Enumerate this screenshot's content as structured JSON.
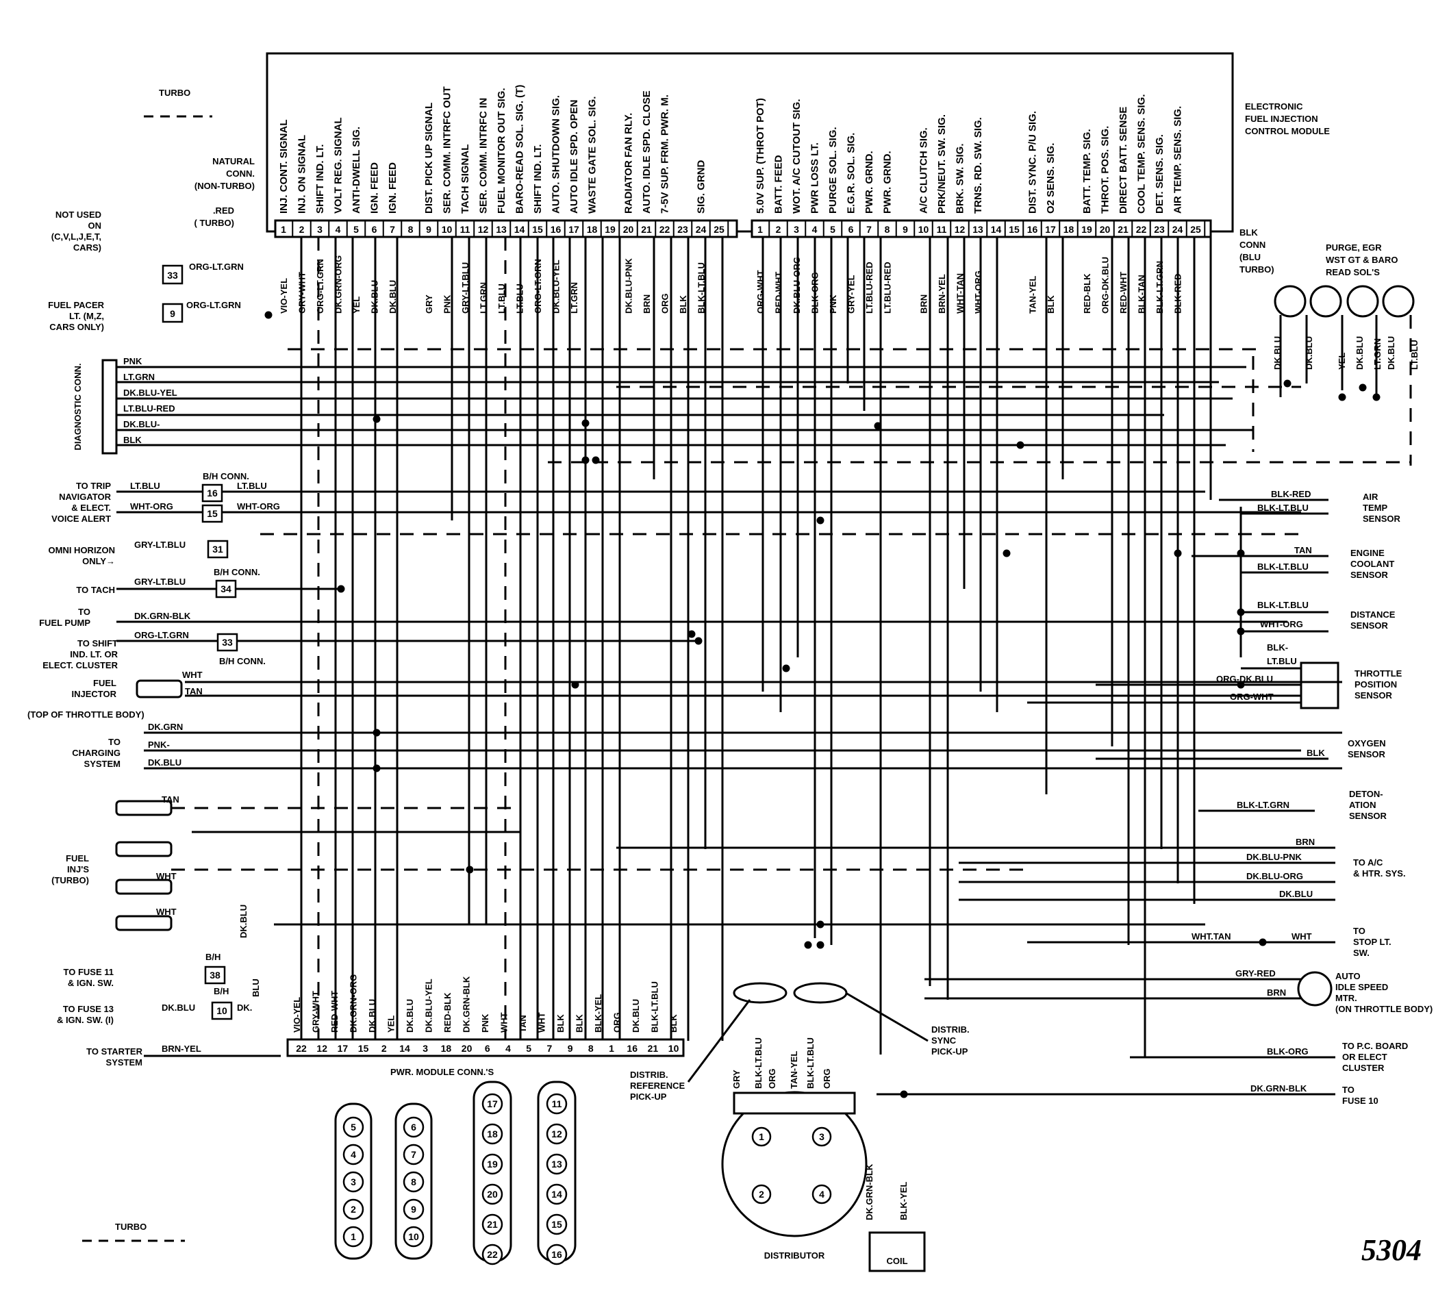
{
  "module_title": [
    "ELECTRONIC",
    "FUEL INJECTION",
    "CONTROL MODULE"
  ],
  "figure_number": "5304",
  "turbo_top": "TURBO",
  "turbo_bottom": "TURBO",
  "natural_conn": [
    "NATURAL",
    "CONN.",
    "(NON-TURBO)"
  ],
  "red_turbo": [
    ".RED",
    "( TURBO)"
  ],
  "blk_conn": [
    "BLK",
    "CONN",
    "(BLU",
    "TURBO)"
  ],
  "left_connector": {
    "pins": [
      "1",
      "2",
      "3",
      "4",
      "5",
      "6",
      "7",
      "8",
      "9",
      "10",
      "11",
      "12",
      "13",
      "14",
      "15",
      "16",
      "17",
      "18",
      "19",
      "20",
      "21",
      "22",
      "23",
      "24",
      "25"
    ],
    "signals": [
      "INJ. CONT. SIGNAL",
      "INJ. ON SIGNAL",
      "SHIFT IND. LT.",
      "VOLT REG. SIGNAL",
      "ANTI-DWELL SIG.",
      "IGN. FEED",
      "IGN. FEED",
      "",
      "DIST. PICK UP SIGNAL",
      "SER. COMM. INTRFC OUT",
      "TACH SIGNAL",
      "SER. COMM. INTRFC IN",
      "FUEL MONITOR OUT SIG.",
      "BARO-READ SOL. SIG. (T)",
      "SHIFT IND. LT.",
      "AUTO. SHUTDOWN SIG.",
      "AUTO IDLE SPD. OPEN",
      "WASTE GATE SOL. SIG.",
      "",
      "RADIATOR FAN RLY.",
      "AUTO. IDLE SPD. CLOSE",
      "7-5V SUP. FRM. PWR. M.",
      "",
      "SIG. GRND",
      ""
    ],
    "wires": [
      "VIO-YEL",
      "GRY-WHT",
      "ORG-LT.GRN",
      "DK.GRN-ORG",
      "YEL",
      "DK.BLU",
      "DK.BLU",
      "",
      "GRY",
      "PNK",
      "GRY-LT.BLU",
      "LT.GRN",
      "LT.BLU",
      "LT.BLU",
      "ORG-LT.GRN",
      "DK.BLU-YEL",
      "LT.GRN",
      "",
      "",
      "DK.BLU-PNK",
      "BRN",
      "ORG",
      "BLK",
      "BLK-LT.BLU",
      ""
    ]
  },
  "right_connector": {
    "pins": [
      "1",
      "2",
      "3",
      "4",
      "5",
      "6",
      "7",
      "8",
      "9",
      "10",
      "11",
      "12",
      "13",
      "14",
      "15",
      "16",
      "17",
      "18",
      "19",
      "20",
      "21",
      "22",
      "23",
      "24",
      "25"
    ],
    "signals": [
      "5.0V SUP. (THROT POT)",
      "BATT. FEED",
      "WOT. A/C CUTOUT SIG.",
      "PWR LOSS LT.",
      "PURGE SOL. SIG.",
      "E.G.R. SOL. SIG.",
      "PWR. GRND.",
      "PWR. GRND.",
      "",
      "A/C CLUTCH SIG.",
      "PRK/NEUT. SW. SIG.",
      "BRK. SW. SIG.",
      "TRNS. RD. SW. SIG.",
      "",
      "",
      "DIST. SYNC. P/U SIG.",
      "O2 SENS. SIG.",
      "",
      "BATT. TEMP. SIG.",
      "THROT. POS. SIG.",
      "DIRECT BATT. SENSE",
      "COOL TEMP. SENS. SIG.",
      "DET. SENS. SIG.",
      "AIR TEMP. SENS. SIG.",
      ""
    ],
    "wires": [
      "ORG-WHT",
      "RED-WHT",
      "DK.BLU-ORG",
      "BLK-ORG",
      "PNK",
      "GRY-YEL",
      "LT.BLU-RED",
      "LT.BLU-RED",
      "",
      "BRN",
      "BRN-YEL",
      "WHT-TAN",
      "WHT-ORG",
      "",
      "",
      "TAN-YEL",
      "BLK",
      "",
      "RED-BLK",
      "ORG-DK.BLU",
      "RED-WHT",
      "BLK-TAN",
      "BLK-LT.GRN",
      "BLK-RED",
      ""
    ]
  },
  "left_labels": {
    "not_used": [
      "NOT USED",
      "ON",
      "(C,V,L,J,E,T,",
      "CARS)"
    ],
    "fuel_pacer": [
      "FUEL PACER",
      "LT. (M,Z,",
      "CARS ONLY)"
    ],
    "diagnostic": "DIAGNOSTIC CONN.",
    "diag_wires": [
      "PNK",
      "LT.GRN",
      "DK.BLU-YEL",
      "LT.BLU-RED",
      "DK.BLU-",
      "BLK"
    ],
    "trip_nav": [
      "TO TRIP",
      "NAVIGATOR",
      "& ELECT.",
      "VOICE ALERT"
    ],
    "bh_conn": "B/H CONN.",
    "omni": [
      "OMNI HORIZON",
      "ONLY→"
    ],
    "to_tach": "TO TACH",
    "fuel_pump": [
      "TO",
      "FUEL PUMP"
    ],
    "shift_ind": [
      "TO SHIFT",
      "IND. LT. OR",
      "ELECT. CLUSTER"
    ],
    "fuel_injector": [
      "FUEL",
      "INJECTOR"
    ],
    "top_throttle": "(TOP OF THROTTLE BODY)",
    "charging": [
      "TO",
      "CHARGING",
      "SYSTEM"
    ],
    "fuel_injs": [
      "FUEL",
      "INJ'S",
      "(TURBO)"
    ],
    "fuse11": [
      "TO FUSE 11",
      "& IGN. SW."
    ],
    "fuse13": [
      "TO FUSE 13",
      "& IGN. SW. (I)"
    ],
    "starter": [
      "TO STARTER",
      "SYSTEM"
    ],
    "bh": "B/H",
    "wires": {
      "org_lt_grn": "ORG-LT.GRN",
      "lt_blu": "LT.BLU",
      "wht_org": "WHT-ORG",
      "gry_lt_blu": "GRY-LT.BLU",
      "dk_grn_blk": "DK.GRN-BLK",
      "wht": "WHT",
      "tan": "TAN",
      "dk_grn": "DK.GRN",
      "pnk": "PNK-",
      "dk_blu": "DK.BLU",
      "blu": "BLU",
      "dk": "DK.",
      "brn_yel": "BRN-YEL"
    },
    "boxes": {
      "b33": "33",
      "b9": "9",
      "b16": "16",
      "b15": "15",
      "b31": "31",
      "b34": "34",
      "b33b": "33",
      "b38": "38",
      "b10": "10"
    }
  },
  "right_labels": {
    "purge": [
      "PURGE, EGR",
      "WST GT & BARO",
      "READ SOL'S"
    ],
    "sol_wires": [
      "DK.BLU",
      "DK.BLU",
      "YEL",
      "DK.BLU",
      "LT.GRN",
      "DK.BLU",
      "LT.BLU"
    ],
    "air_temp": [
      "AIR",
      "TEMP",
      "SENSOR"
    ],
    "engine_coolant": [
      "ENGINE",
      "COOLANT",
      "SENSOR"
    ],
    "distance": [
      "DISTANCE",
      "SENSOR"
    ],
    "throttle_pos": [
      "THROTTLE",
      "POSITION",
      "SENSOR"
    ],
    "oxygen": [
      "OXYGEN",
      "SENSOR"
    ],
    "detonation": [
      "DETON-",
      "ATION",
      "SENSOR"
    ],
    "ac_htr": [
      "TO A/C",
      "& HTR. SYS."
    ],
    "stop_lt": [
      "TO",
      "STOP LT.",
      "SW."
    ],
    "auto_idle": [
      "AUTO",
      "IDLE SPEED",
      "MTR.",
      "(ON THROTTLE BODY)"
    ],
    "pc_board": [
      "TO P.C. BOARD",
      "OR ELECT",
      "CLUSTER"
    ],
    "fuse10": [
      "TO",
      "FUSE 10"
    ],
    "wires": {
      "blk_red": "BLK-RED",
      "blk_lt_blu": "BLK-LT.BLU",
      "tan": "TAN",
      "blk_lt_blu2": "BLK-LT.BLU",
      "blk_lt_blu3": "BLK-LT.BLU",
      "wht_org": "WHT-ORG",
      "blk": "BLK-",
      "lt_blu": "LT.BLU",
      "org_dk_blu": "ORG-DK.BLU",
      "org_wht": "ORG-WHT",
      "blk2": "BLK",
      "blk_lt_grn": "BLK-LT.GRN",
      "brn": "BRN",
      "dk_blu_pnk": "DK.BLU-PNK",
      "dk_blu_org": "DK.BLU-ORG",
      "dk_blu": "DK.BLU",
      "wht_tan": "WHT.TAN",
      "wht": "WHT",
      "gry_red": "GRY-RED",
      "brn2": "BRN",
      "blk_org": "BLK-ORG",
      "dk_grn_blk": "DK.GRN-BLK"
    }
  },
  "pwr_module": {
    "title": "PWR. MODULE CONN.'S",
    "pins": [
      "22",
      "12",
      "17",
      "15",
      "2",
      "14",
      "3",
      "18",
      "20",
      "6",
      "4",
      "5",
      "7",
      "9",
      "8",
      "1",
      "16",
      "21",
      "10"
    ],
    "wires": [
      "VIO-YEL",
      "GRY-WHT",
      "RED-WHT",
      "DK.GRN-ORG",
      "DK.BLU",
      "YEL",
      "DK.BLU",
      "DK.BLU-YEL",
      "RED-BLK",
      "DK.GRN-BLK",
      "PNK",
      "WHT",
      "TAN",
      "WHT",
      "BLK",
      "BLK",
      "BLK-YEL",
      "ORG",
      "DK.BLU",
      "BLK-LT.BLU",
      "BLK"
    ],
    "conn_a": [
      "5",
      "4",
      "3",
      "2",
      "1"
    ],
    "conn_b": [
      "6",
      "7",
      "8",
      "9",
      "10"
    ],
    "conn_c": [
      "17",
      "18",
      "19",
      "20",
      "21",
      "22"
    ],
    "conn_d": [
      "11",
      "12",
      "13",
      "14",
      "15",
      "16"
    ]
  },
  "distributor": {
    "title": "DISTRIBUTOR",
    "reference": [
      "DISTRIB.",
      "REFERENCE",
      "PICK-UP"
    ],
    "sync": [
      "DISTRIB.",
      "SYNC",
      "PICK-UP"
    ],
    "wires": [
      "GRY",
      "BLK-LT.BLU",
      "ORG",
      "TAN-YEL",
      "BLK-LT.BLU",
      "ORG"
    ],
    "terminals": [
      "1",
      "2",
      "3",
      "4"
    ],
    "coil": "COIL",
    "coil_wires": [
      "DK.GRN-BLK",
      "BLK-YEL"
    ]
  }
}
